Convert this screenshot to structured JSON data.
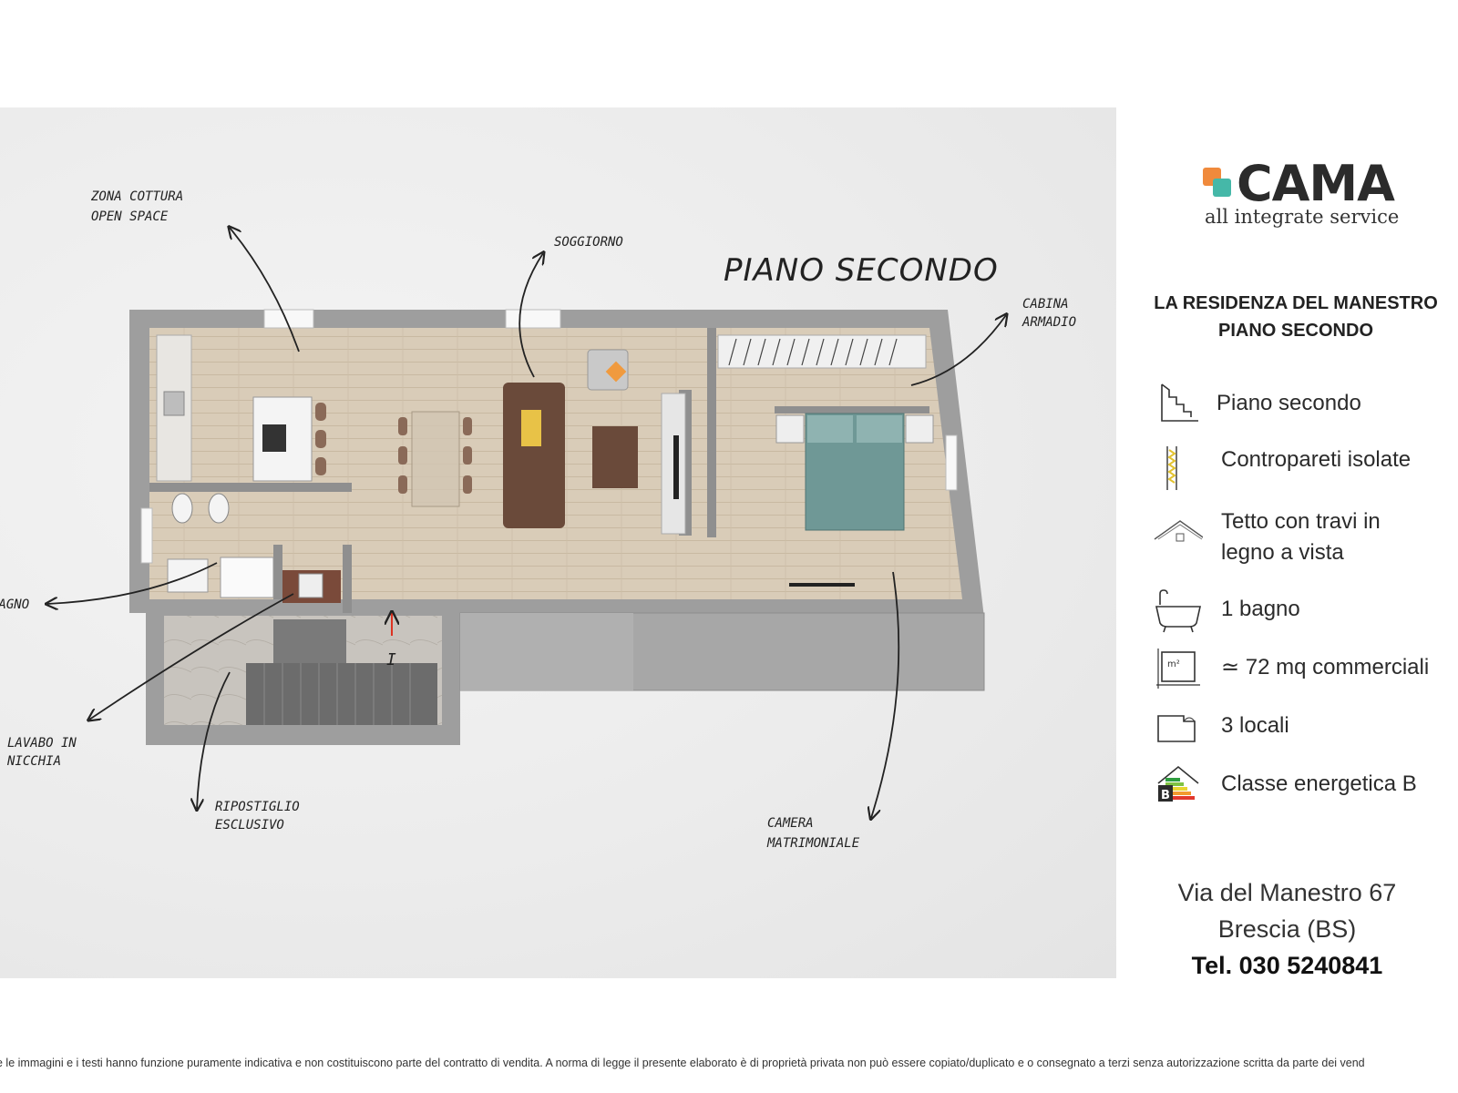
{
  "plan": {
    "title": "PIANO SECONDO",
    "labels": {
      "kitchen_1": "ZONA COTTURA",
      "kitchen_2": "OPEN SPACE",
      "living": "SOGGIORNO",
      "closet_1": "CABINA",
      "closet_2": "ARMADIO",
      "bath": "BAGNO",
      "sink_1": "LAVABO IN",
      "sink_2": "NICCHIA",
      "storage_1": "RIPOSTIGLIO",
      "storage_2": "ESCLUSIVO",
      "bedroom_1": "CAMERA",
      "bedroom_2": "MATRIMONIALE",
      "stair_marker": "I"
    }
  },
  "brand": {
    "name": "CAMA",
    "tagline": "all integrate service",
    "colors": {
      "orange": "#f08a3c",
      "teal": "#45b8a8"
    }
  },
  "listing": {
    "title_line1": "LA RESIDENZA DEL MANESTRO",
    "title_line2": "PIANO SECONDO"
  },
  "features": [
    {
      "icon": "stairs-icon",
      "label": "Piano secondo"
    },
    {
      "icon": "insulated-wall-icon",
      "label": "Contropareti isolate"
    },
    {
      "icon": "roof-beams-icon",
      "label_line1": "Tetto con travi in",
      "label_line2": "legno a vista"
    },
    {
      "icon": "bathtub-icon",
      "label": "1 bagno"
    },
    {
      "icon": "area-icon",
      "label": "≃ 72 mq commerciali"
    },
    {
      "icon": "rooms-icon",
      "label": "3 locali"
    },
    {
      "icon": "energy-class-icon",
      "badge": "B",
      "label": "Classe energetica B"
    }
  ],
  "contact": {
    "street": "Via del Manestro 67",
    "city": "Brescia (BS)",
    "phone": "Tel. 030 5240841"
  },
  "disclaimer": "e le immagini e i testi hanno funzione puramente indicativa e non costituiscono parte del contratto di vendita. A norma di legge il presente elaborato è di proprietà privata non può essere copiato/duplicato  e o consegnato a terzi senza autorizzazione scritta da parte dei vend"
}
